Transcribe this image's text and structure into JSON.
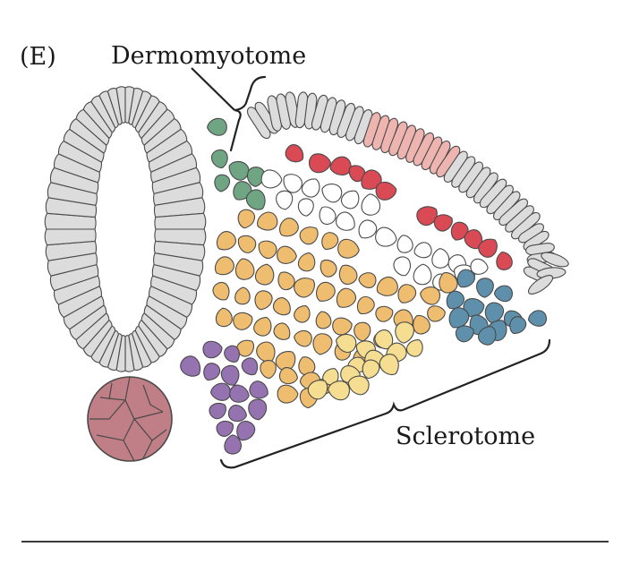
{
  "figure": {
    "panel_label": "(E)",
    "labels": {
      "dermomyotome": "Dermomyotome",
      "sclerotome": "Sclerotome"
    }
  },
  "colors": {
    "background": "#ffffff",
    "neural_tube": "#dcdcdc",
    "dermomyotome_epithelium": "#dcdcdc",
    "myotome_epithelium": "#eeb4b0",
    "green_cells": "#6fa583",
    "red_cells": "#d94a55",
    "white_cells": "#ffffff",
    "orange_cells": "#efbd6f",
    "yellow_cells": "#f5de91",
    "blue_cells": "#5e8fab",
    "purple_cells": "#9572b0",
    "notochord": "#c07f86",
    "outline": "#4a4a4a"
  }
}
